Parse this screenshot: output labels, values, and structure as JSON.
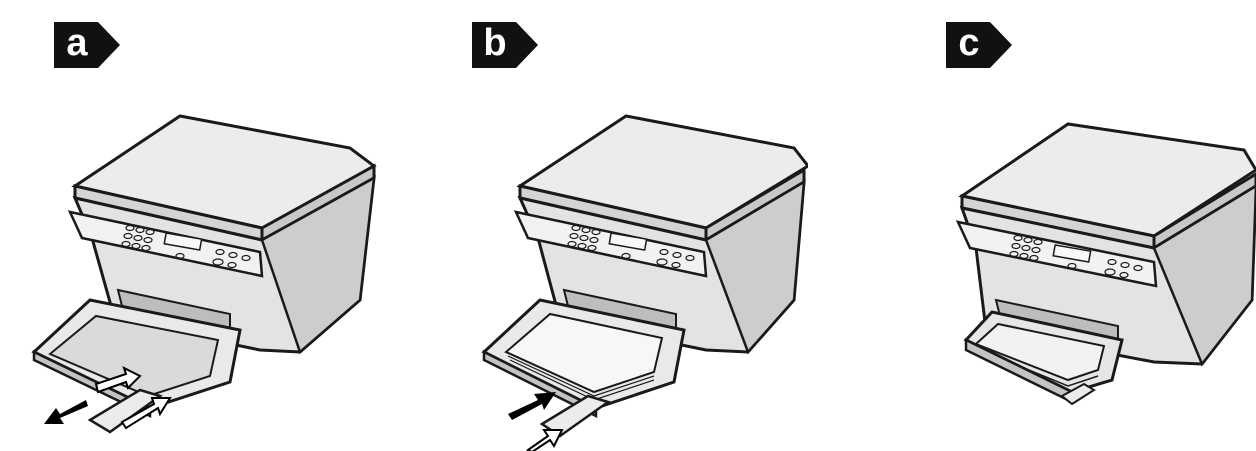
{
  "steps": [
    {
      "letter": "a",
      "illustration": "printer-paper-tray-extend"
    },
    {
      "letter": "b",
      "illustration": "printer-paper-tray-load"
    },
    {
      "letter": "c",
      "illustration": "printer-paper-tray-closed"
    }
  ],
  "colors": {
    "badge": "#111111",
    "printer_fill": "#e6e6e6",
    "printer_shade": "#cfcfcf",
    "outline": "#1a1a1a",
    "arrow": "#000000"
  }
}
